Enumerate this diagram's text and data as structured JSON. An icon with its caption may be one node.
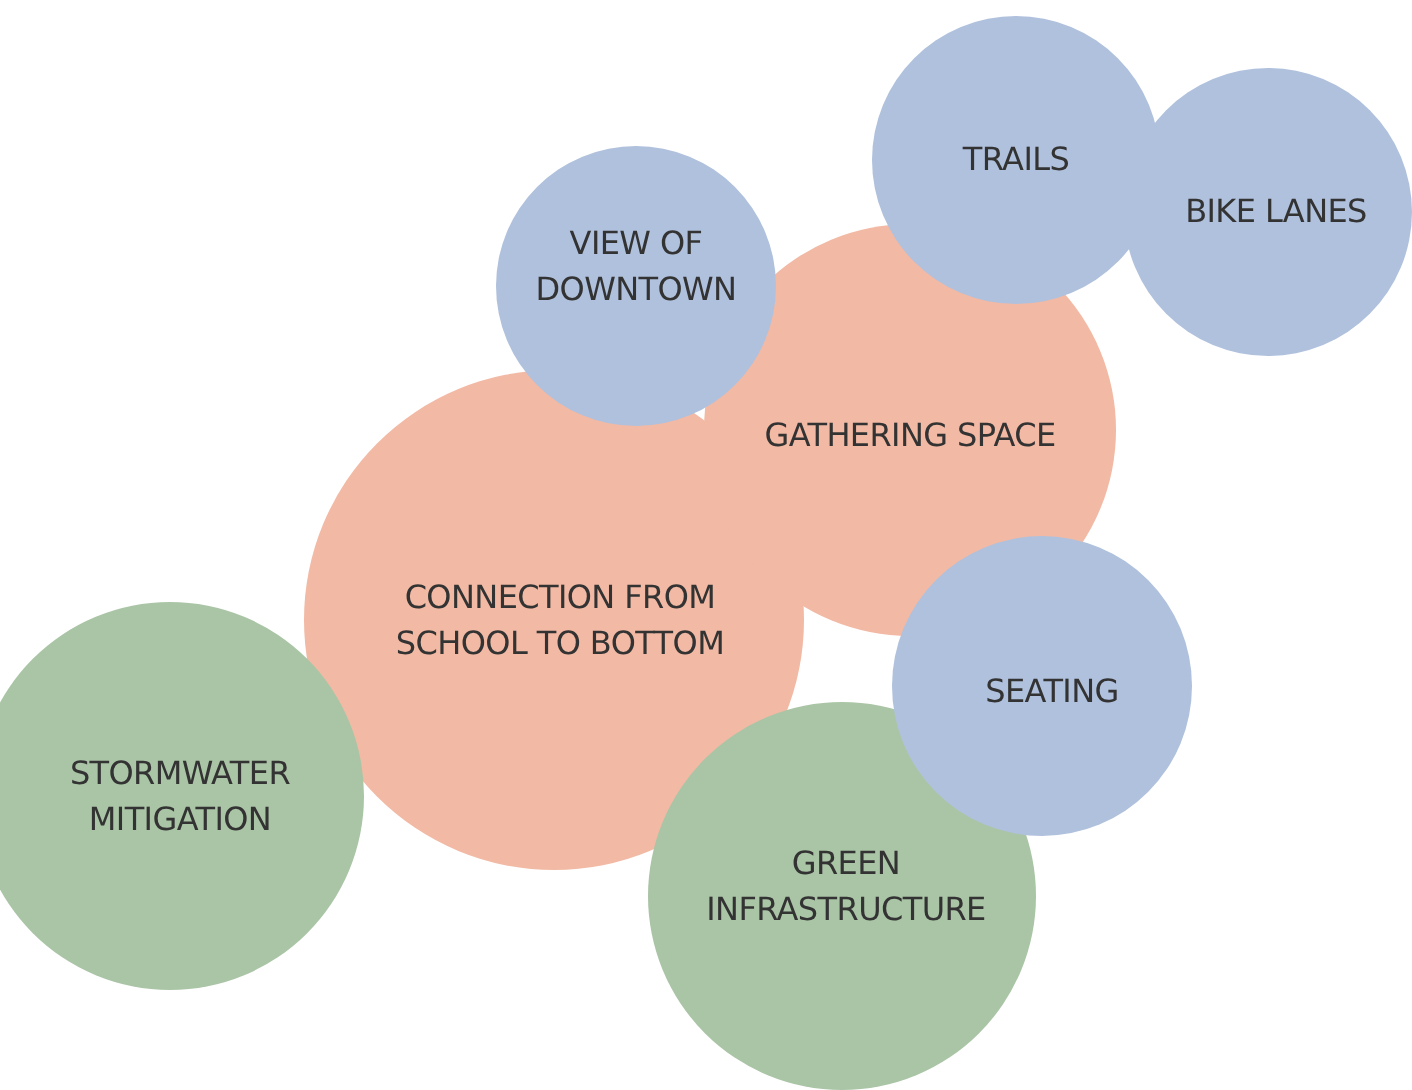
{
  "diagram": {
    "nodes": [
      {
        "text": [
          "TRAILS"
        ]
      },
      {
        "text": [
          "BIKE LANES"
        ]
      },
      {
        "text": [
          "VIEW OF DOWNTOWN"
        ]
      },
      {
        "text": [
          "GATHERING SPACE"
        ]
      },
      {
        "text": [
          "CONNECTION FROM SCHOOL TO BOTTOM"
        ]
      },
      {
        "text": [
          "SEATING"
        ]
      },
      {
        "text": [
          "STORMWATER MITIGATION"
        ]
      },
      {
        "text": [
          "GREEN INFRASTRUCTURE"
        ]
      }
    ]
  }
}
